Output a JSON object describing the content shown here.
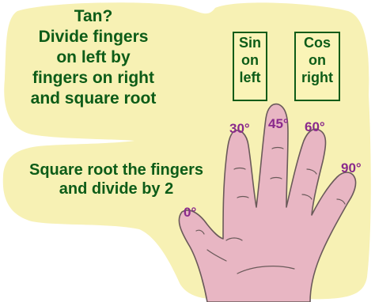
{
  "tan_note": {
    "lines": [
      "Tan?",
      "Divide fingers",
      "on left by",
      "fingers on right",
      "and square root"
    ]
  },
  "sqrt_note": {
    "lines": [
      "Square root the fingers",
      "and divide by 2"
    ]
  },
  "sin_box": {
    "lines": [
      "Sin",
      "on",
      "left"
    ]
  },
  "cos_box": {
    "lines": [
      "Cos",
      "on",
      "right"
    ]
  },
  "finger_angles": {
    "thumb": "0°",
    "index": "30°",
    "middle": "45°",
    "ring": "60°",
    "pinky": "90°"
  },
  "colors": {
    "background_blob": "#f7f1b4",
    "text_green": "#0d5c18",
    "angle_purple": "#8a2a8c",
    "hand_fill": "#e8b6c3",
    "hand_outline": "#6a5a5a"
  }
}
